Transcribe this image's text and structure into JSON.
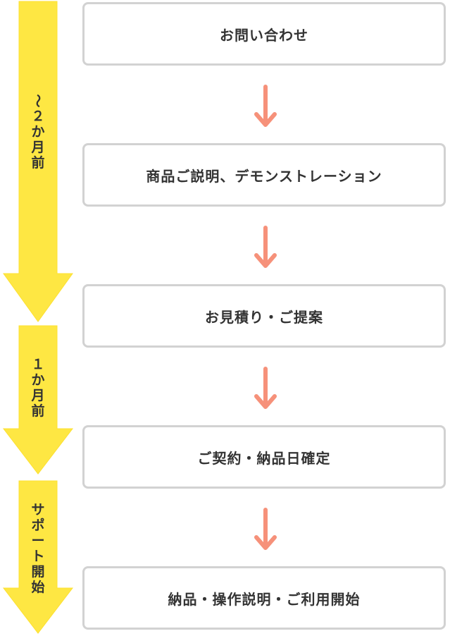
{
  "colors": {
    "timeline_arrow": "#fee743",
    "step_arrow": "#f6917a",
    "box_border": "#d2d2d2",
    "text": "#333333"
  },
  "phases": [
    {
      "label": "〜２か月前"
    },
    {
      "label": "１か月前"
    },
    {
      "label": "サポート開始"
    }
  ],
  "steps": [
    {
      "label": "お問い合わせ"
    },
    {
      "label": "商品ご説明、デモンストレーション"
    },
    {
      "label": "お見積り・ご提案"
    },
    {
      "label": "ご契約・納品日確定"
    },
    {
      "label": "納品・操作説明・ご利用開始"
    }
  ],
  "arrow_icon": "down-arrow-icon"
}
